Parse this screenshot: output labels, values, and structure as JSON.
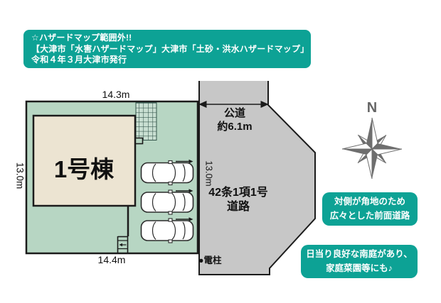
{
  "hazard_banner": {
    "line1": "☆ハザードマップ範囲外!!",
    "line2": "【大津市「水害ハザードマップ」大津市「土砂・洪水ハザードマップ」",
    "line3": "令和４年３月大津市発行"
  },
  "site_plan": {
    "building_label": "1号棟",
    "dim_top": "14.3m",
    "dim_left": "13.0m",
    "dim_bottom": "14.4m",
    "parking_spaces": 3,
    "road": {
      "name": "公道",
      "width": "約6.1m",
      "side_dim": "13.0m",
      "classification_line1": "42条1項1号",
      "classification_line2": "道路",
      "utility_pole": "●電柱"
    }
  },
  "compass": {
    "north_label": "N"
  },
  "callouts": [
    {
      "line1": "対側が角地のため",
      "line2": "広々とした前面道路"
    },
    {
      "line1": "日当り良好な南庭があり、",
      "line2": "家庭菜園等にも♪"
    }
  ],
  "colors": {
    "accent_teal": "#0da295",
    "plot_green": "#b7d6c3",
    "building_beige": "#ece4d2",
    "road_gray": "#c7c7c7",
    "line_black": "#1b1b1b",
    "compass_gray": "#6e6e6e"
  }
}
